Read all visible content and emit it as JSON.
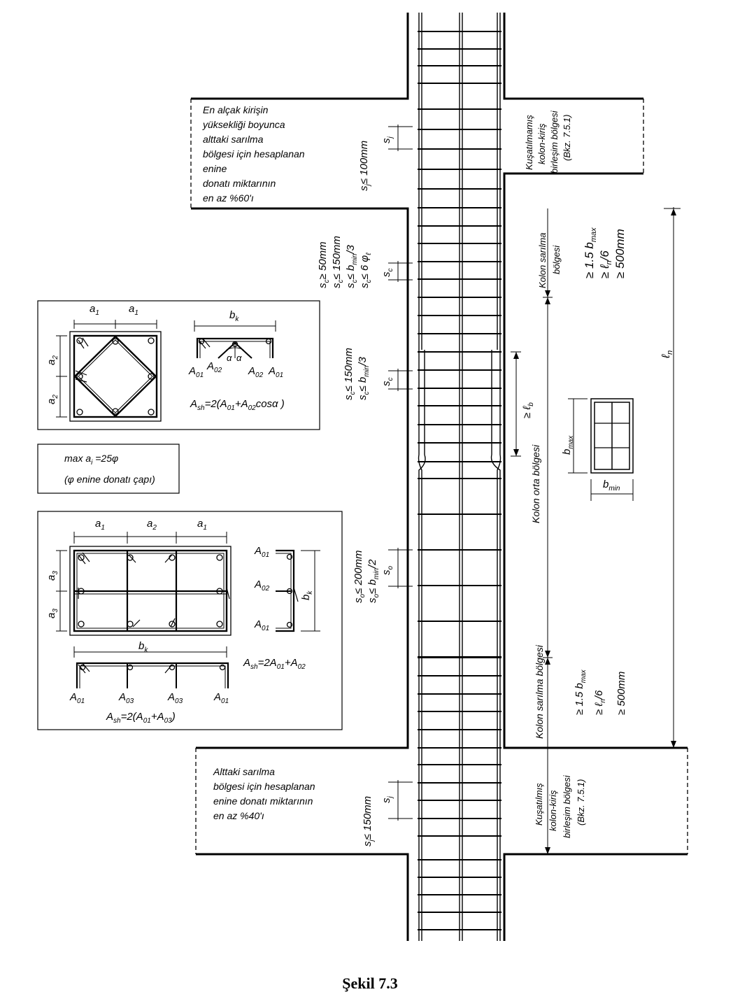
{
  "caption": "Şekil 7.3",
  "notes": {
    "top_box": [
      "En alçak kirişin",
      "yüksekliği boyunca",
      "alttaki sarılma",
      "bölgesi için hesaplanan",
      "enine",
      "donatı miktarının",
      "en az %60'ı"
    ],
    "bottom_box": [
      "Alttaki sarılma",
      "bölgesi için hesaplanan",
      "enine donatı miktarının",
      "en az %40'ı"
    ],
    "max_box": [
      "max a",
      "i",
      " =25φ",
      "(φ enine donatı çapı)"
    ]
  },
  "spacing": {
    "sj_top": "≤ 100mm",
    "sc_a": "≥ 50mm",
    "sc_b": "≤ 150mm",
    "sc_c": "≤ b",
    "sc_c_sub": "min",
    "sc_c_tail": "/3",
    "sc_d": "≤ 6 φ",
    "sc_d_sub": "ℓ",
    "sc2_a": "≤ 150mm",
    "sc2_b": "≤ b",
    "sc2_b_sub": "min",
    "sc2_b_tail": "/3",
    "so_a": "≤ 200mm",
    "so_b": "≤ b",
    "so_b_sub": "min",
    "so_b_tail": "/2",
    "sj_bottom": "≤ 150mm"
  },
  "zones": {
    "joint_top": [
      "Kuşatılmamış",
      "kolon-kiriş",
      "birleşim bölgesi",
      "(Bkz. 7.5.1)"
    ],
    "conf_top": [
      "Kolon sarılma",
      "bölgesi"
    ],
    "conf_top_req": [
      "≥ 1.5 b",
      "≥ ℓ",
      "≥ 500mm"
    ],
    "conf_top_sub": [
      "max",
      "n",
      "/6"
    ],
    "middle": "Kolon orta bölgesi",
    "lb": "≥ ℓ",
    "lb_sub": "b",
    "ln": "ℓ",
    "ln_sub": "n",
    "conf_bottom": "Kolon sarılma bölgesi",
    "joint_bottom": [
      "Kuşatılmış",
      "kolon-kiriş",
      "birleşim bölgesi",
      "(Bkz. 7.5.1)"
    ]
  },
  "section_labels": {
    "a1": "a",
    "a1_sub": "1",
    "a2": "a",
    "a2_sub": "2",
    "a3": "a",
    "a3_sub": "3",
    "bk": "b",
    "bk_sub": "k",
    "bmax": "b",
    "bmax_sub": "max",
    "bmin": "b",
    "bmin_sub": "min",
    "A01": "A",
    "A01_sub": "01",
    "A02": "A",
    "A02_sub": "02",
    "A03": "A",
    "A03_sub": "03",
    "alpha": "α",
    "formula1": [
      "A",
      "sh",
      "=2(A",
      "01",
      "+A",
      "02",
      "cosα )"
    ],
    "formula2": [
      "A",
      "sh",
      "=2A",
      "01",
      "+A",
      "02"
    ],
    "formula3": [
      "A",
      "sh",
      "=2(A",
      "01",
      "+A",
      "03",
      ")"
    ]
  }
}
